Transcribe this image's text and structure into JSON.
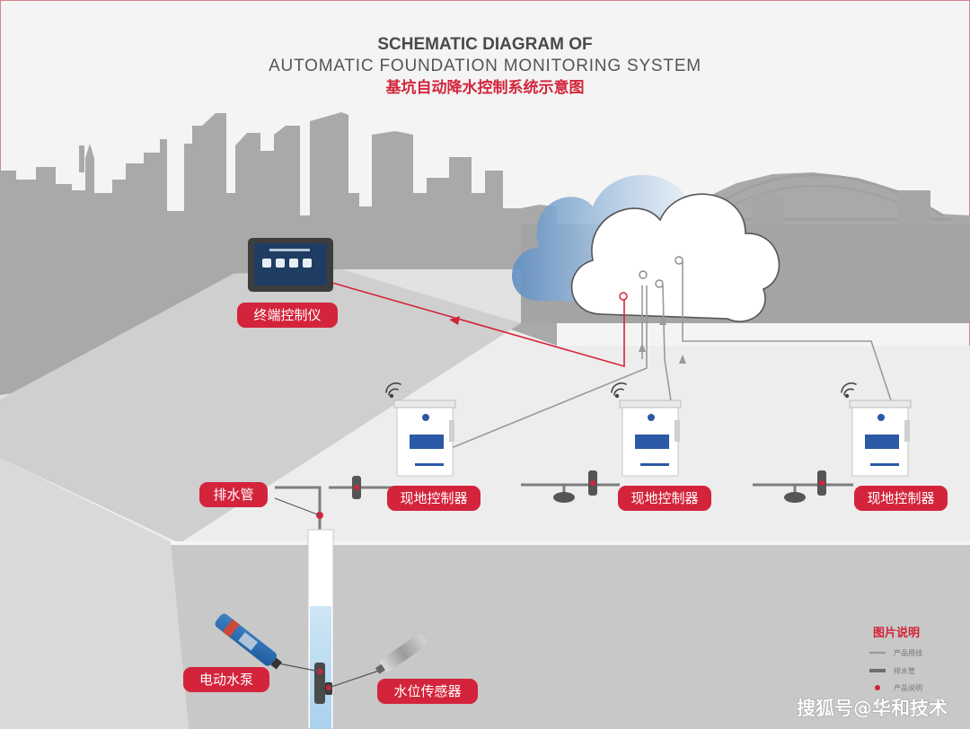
{
  "title": {
    "line1": "SCHEMATIC DIAGRAM OF",
    "line2": "AUTOMATIC FOUNDATION MONITORING SYSTEM",
    "line3": "基坑自动降水控制系统示意图"
  },
  "labels": {
    "terminal": "终端控制仪",
    "controller": "现地控制器",
    "drain_pipe": "排水管",
    "pump": "电动水泵",
    "sensor": "水位传感器"
  },
  "legend": {
    "title": "图片说明",
    "items": [
      "产品用线",
      "排水管",
      "产品说明"
    ]
  },
  "watermark": "搜狐号@华和技术",
  "colors": {
    "accent": "#d3243b",
    "cable": "#9a9a9a",
    "pipe": "#7d7d7d",
    "skyline": "#a6a6a6"
  },
  "icons": [
    "wifi-icon",
    "cloud-icon",
    "tablet-icon",
    "pump-icon",
    "sensor-icon"
  ]
}
